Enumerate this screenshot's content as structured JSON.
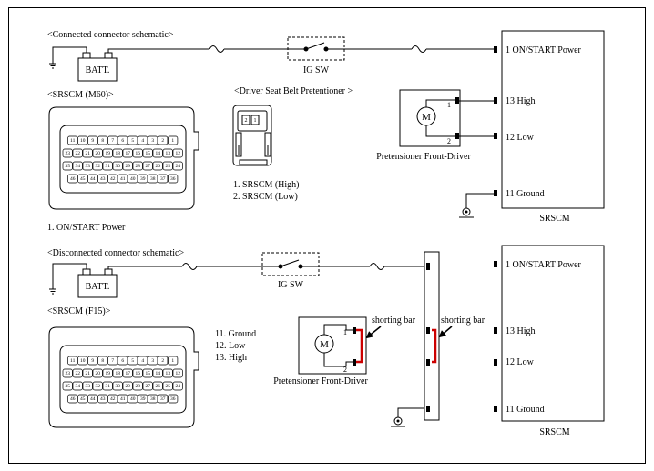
{
  "top": {
    "heading": "<Connected connector schematic>",
    "battery_label": "BATT.",
    "ig_switch_label": "IG SW",
    "srscm_connector_title": "<SRSCM  (M60)>",
    "pretensioner_connector_title": "<Driver Seat Belt Pretentioner    >",
    "pretensioner_pin_legend": [
      "1. SRSCM  (High)",
      "2. SRSCM  (Low)"
    ],
    "srscm_pin_legend": [
      "1. ON/START  Power"
    ],
    "motor_label": "M",
    "motor_pins": [
      "1",
      "2"
    ],
    "pretensioner_name": "Pretensioner Front-Driver",
    "srscm_terminals": [
      "1 ON/START  Power",
      "13 High",
      "12 Low",
      "11  Ground"
    ],
    "srscm_label": "SRSCM",
    "pretensioner_connector_pins": [
      "2",
      "1"
    ]
  },
  "bottom": {
    "heading": "<Disconnected connector schematic>",
    "battery_label": "BATT.",
    "ig_switch_label": "IG SW",
    "srscm_connector_title": "<SRSCM  (F15)>",
    "srscm_pin_legend": [
      "11. Ground",
      "12. Low",
      "13. High"
    ],
    "motor_label": "M",
    "motor_pins": [
      "1",
      "2"
    ],
    "pretensioner_name": "Pretensioner Front-Driver",
    "shorting_bar_label": "shorting bar",
    "srscm_terminals": [
      "1 ON/START  Power",
      "13 High",
      "12 Low",
      "11  Ground"
    ],
    "srscm_label": "SRSCM"
  },
  "connector_pins": {
    "row1": [
      "11",
      "10",
      "9",
      "8",
      "7",
      "6",
      "5",
      "4",
      "3",
      "2",
      "1"
    ],
    "row2": [
      "23",
      "22",
      "21",
      "20",
      "19",
      "18",
      "17",
      "16",
      "15",
      "14",
      "13",
      "12"
    ],
    "row3": [
      "35",
      "34",
      "33",
      "32",
      "31",
      "30",
      "29",
      "28",
      "27",
      "26",
      "25",
      "24"
    ],
    "row4": [
      "46",
      "45",
      "44",
      "43",
      "42",
      "41",
      "40",
      "39",
      "38",
      "37",
      "36"
    ]
  },
  "colors": {
    "wire": "#000000",
    "shorting_bar": "#cc0000",
    "connector_fill": "#ffffff"
  }
}
